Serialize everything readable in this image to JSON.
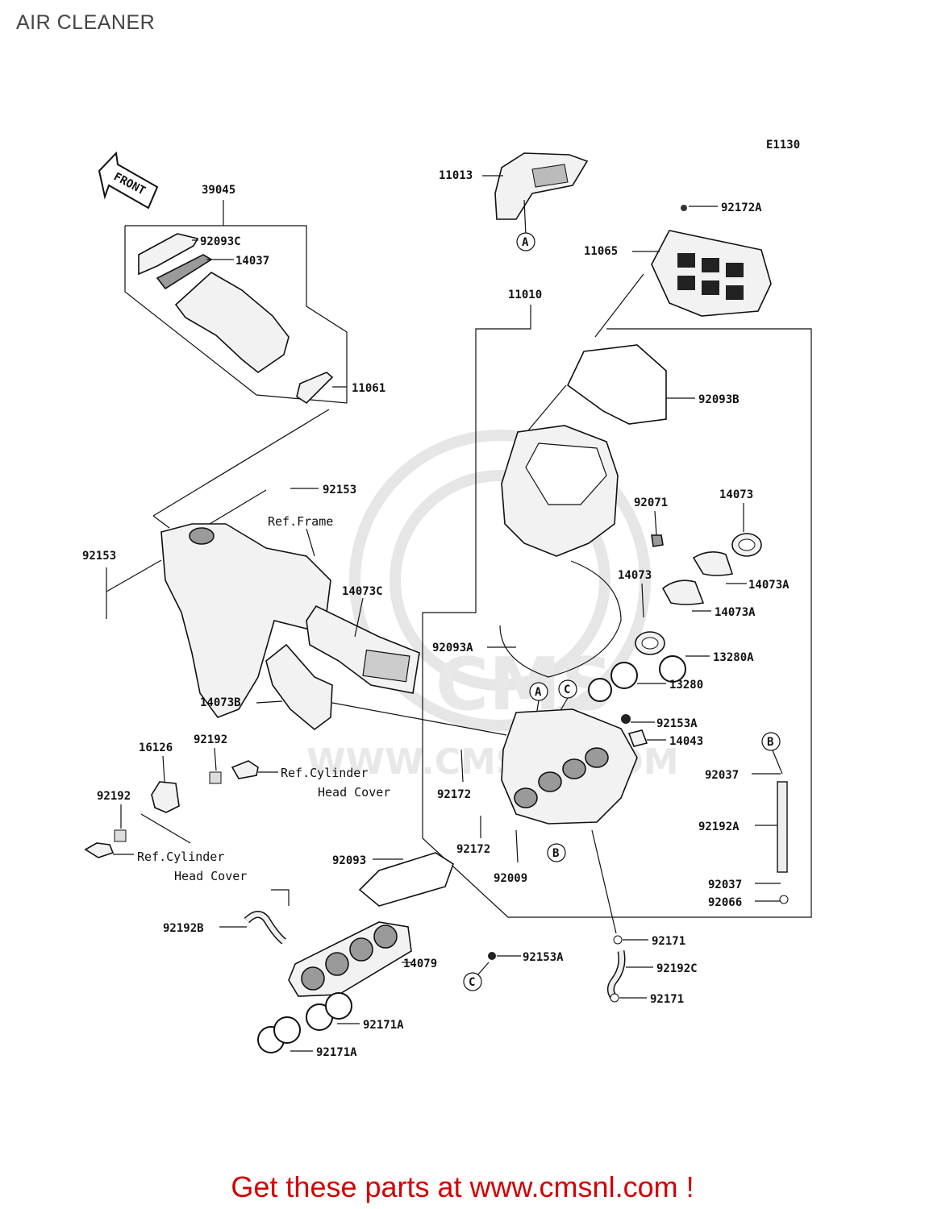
{
  "title": "AIR CLEANER",
  "diagram_code": "E1130",
  "front_arrow": "FRONT",
  "watermark": {
    "logo_text": "CMS",
    "url_text": "WWW.CMSNL.COM"
  },
  "footer": "Get these parts at www.cmsnl.com !",
  "part_numbers": {
    "p39045": "39045",
    "p92093C": "92093C",
    "p14037": "14037",
    "p11061": "11061",
    "p11013": "11013",
    "p92172A": "92172A",
    "p11065": "11065",
    "p11010": "11010",
    "p92093B": "92093B",
    "p92153_top": "92153",
    "p92153_left": "92153",
    "p92071": "92071",
    "p14073_right": "14073",
    "p14073_mid": "14073",
    "p14073A_1": "14073A",
    "p14073A_2": "14073A",
    "p14073C": "14073C",
    "p92093A": "92093A",
    "p13280A": "13280A",
    "p13280": "13280",
    "p14073B": "14073B",
    "p92153A_1": "92153A",
    "p14043": "14043",
    "p16126": "16126",
    "p92192_a": "92192",
    "p92192_b": "92192",
    "p92172_1": "92172",
    "p92172_2": "92172",
    "p92037_1": "92037",
    "p92192A": "92192A",
    "p92009": "92009",
    "p92093": "92093",
    "p92037_2": "92037",
    "p92066": "92066",
    "p92192B": "92192B",
    "p92171_1": "92171",
    "p14079": "14079",
    "p92153A_2": "92153A",
    "p92192C": "92192C",
    "p92171_2": "92171",
    "p92171A_1": "92171A",
    "p92171A_2": "92171A"
  },
  "references": {
    "ref_frame": "Ref.Frame",
    "ref_cyl_head_1a": "Ref.Cylinder",
    "ref_cyl_head_1b": "Head Cover",
    "ref_cyl_head_2a": "Ref.Cylinder",
    "ref_cyl_head_2b": "Head Cover"
  },
  "callouts": {
    "A": "A",
    "B": "B",
    "C": "C"
  }
}
